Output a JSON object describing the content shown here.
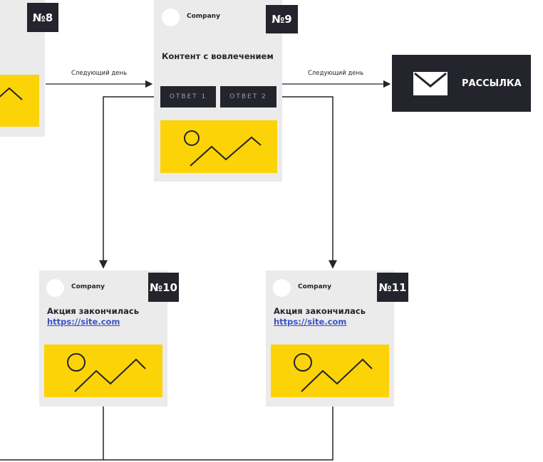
{
  "edge_label": "Следующий день",
  "cards": {
    "c8": {
      "badge": "№8"
    },
    "c9": {
      "badge": "№9",
      "company": "Company",
      "title": "Контент с вовлечением",
      "answers": [
        "ОТВЕТ 1",
        "ОТВЕТ 2"
      ]
    },
    "c10": {
      "badge": "№10",
      "company": "Company",
      "title": "Акция закончилась",
      "link": "https://site.com"
    },
    "c11": {
      "badge": "№11",
      "company": "Company",
      "title": "Акция закончилась",
      "link": "https://site.com"
    }
  },
  "mailing": {
    "label": "РАССЫЛКА",
    "icon": "envelope-icon"
  },
  "colors": {
    "dark": "#23242c",
    "yellow": "#fcd307",
    "card": "#ebebeb",
    "link": "#3b52c4"
  }
}
